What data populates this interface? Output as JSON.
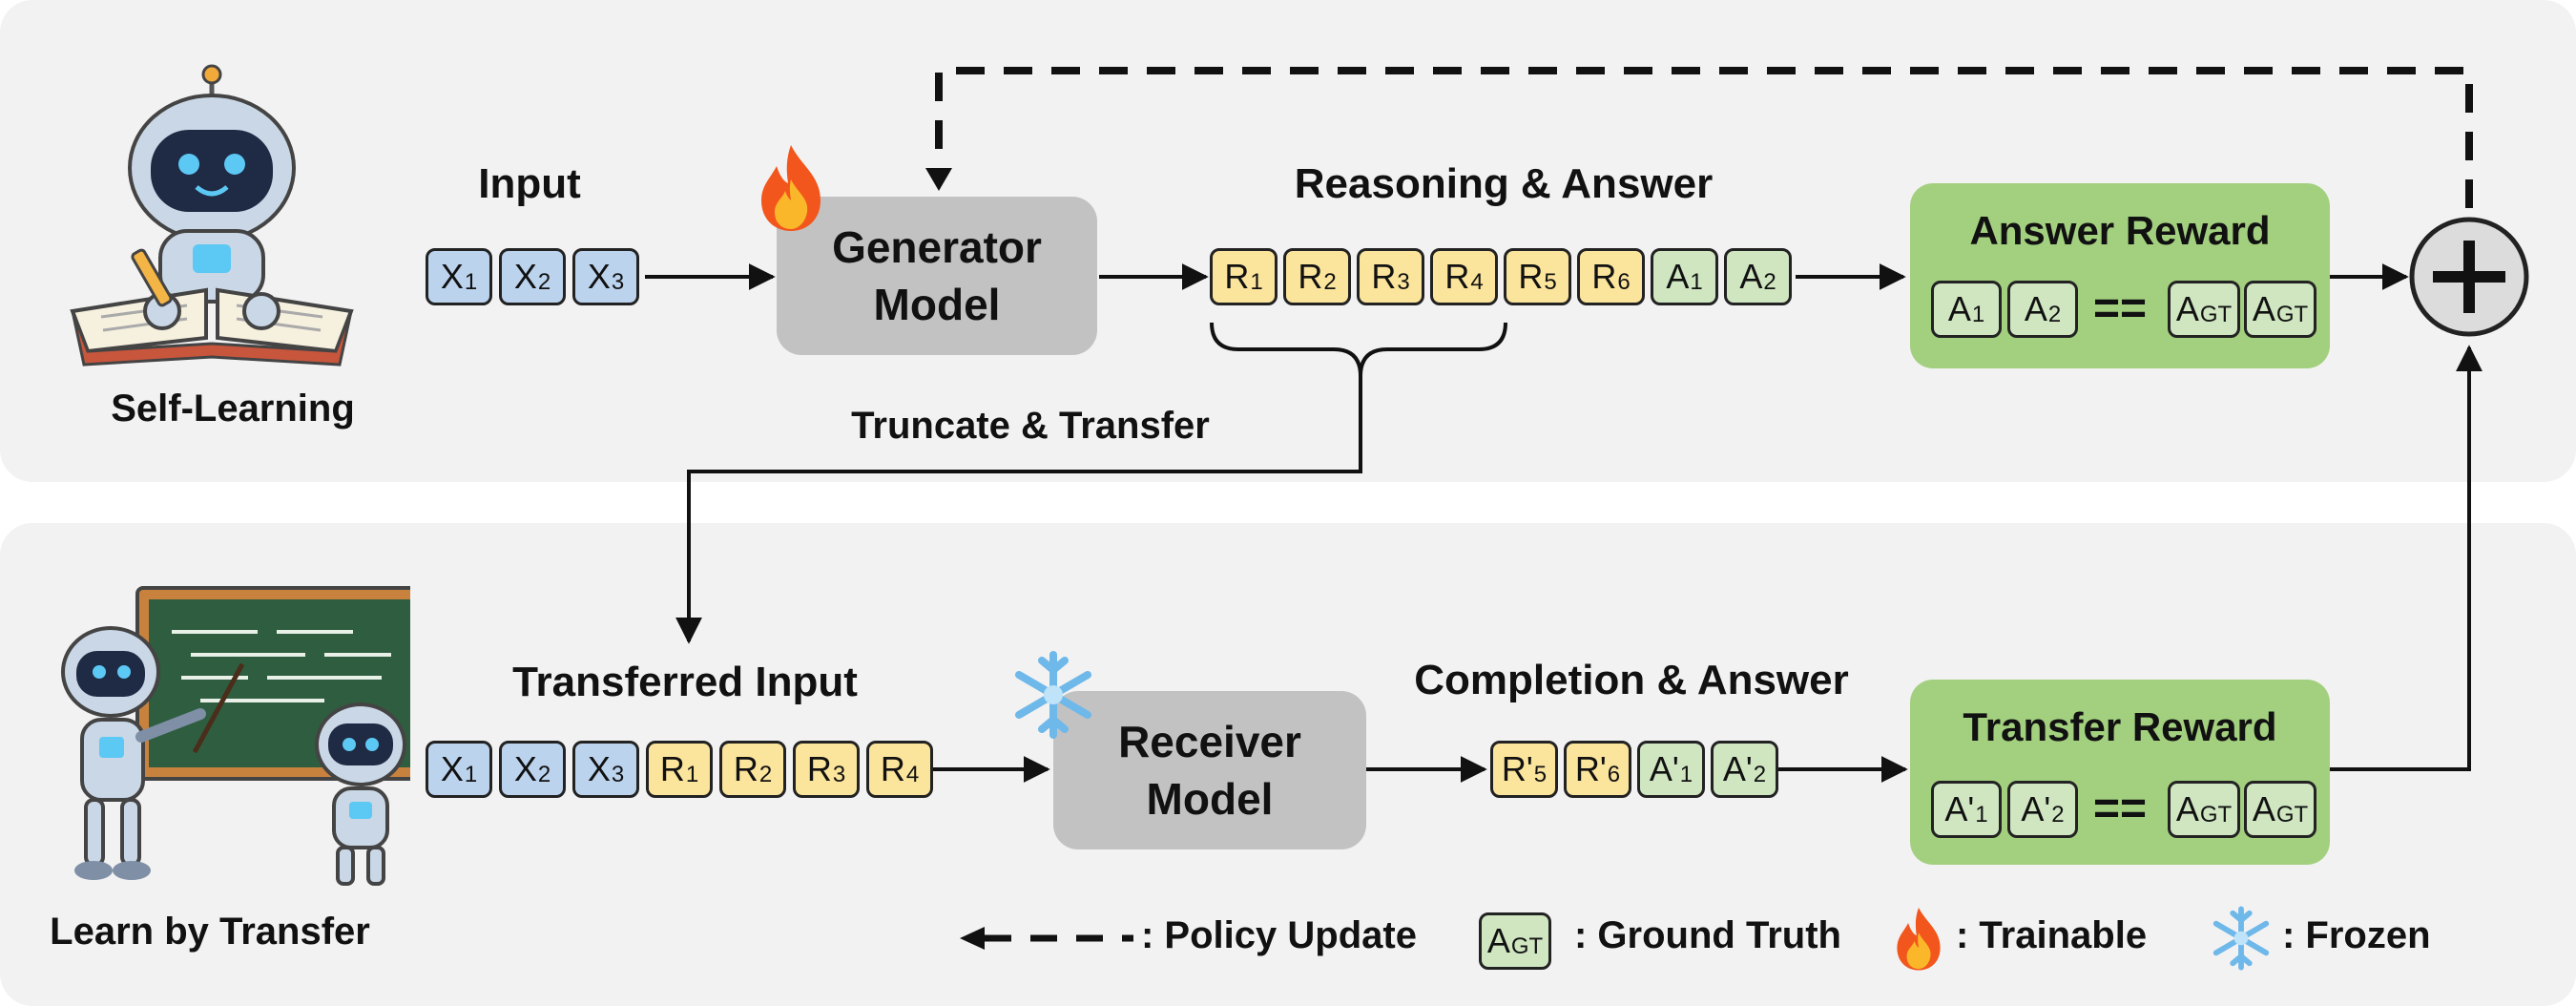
{
  "top": {
    "section_label": "Self-Learning",
    "input_label": "Input",
    "input_tokens": [
      "X1",
      "X2",
      "X3"
    ],
    "generator": {
      "line1": "Generator",
      "line2": "Model"
    },
    "reasoning_label": "Reasoning & Answer",
    "reasoning_tokens": [
      "R1",
      "R2",
      "R3",
      "R4",
      "R5",
      "R6"
    ],
    "answer_tokens": [
      "A1",
      "A2"
    ],
    "reward": {
      "title": "Answer Reward",
      "left": [
        "A1",
        "A2"
      ],
      "eq": "==",
      "right": [
        "AGT",
        "AGT"
      ]
    },
    "truncate_label": "Truncate & Transfer"
  },
  "bottom": {
    "section_label": "Learn by Transfer",
    "input_label": "Transferred Input",
    "input_tokens": [
      "X1",
      "X2",
      "X3",
      "R1",
      "R2",
      "R3",
      "R4"
    ],
    "receiver": {
      "line1": "Receiver",
      "line2": "Model"
    },
    "completion_label": "Completion & Answer",
    "completion_tokens": [
      "R'5",
      "R'6",
      "A'1",
      "A'2"
    ],
    "reward": {
      "title": "Transfer Reward",
      "left": [
        "A'1",
        "A'2"
      ],
      "eq": "==",
      "right": [
        "AGT",
        "AGT"
      ]
    }
  },
  "legend": {
    "policy": ": Policy Update",
    "gt_token": "AGT",
    "ground_truth": ": Ground Truth",
    "trainable": ": Trainable",
    "frozen": ": Frozen"
  },
  "colors": {
    "input": "#bcd3ee",
    "reasoning": "#fbe49b",
    "answer": "#cfe6c1",
    "reward": "#a3d07f",
    "model": "#c2c2c2",
    "panel": "#f2f2f2"
  },
  "icons": [
    "robot-student-icon",
    "robot-teacher-icon",
    "robot-child-icon",
    "fire-icon",
    "snowflake-icon",
    "plus-circle-icon"
  ]
}
